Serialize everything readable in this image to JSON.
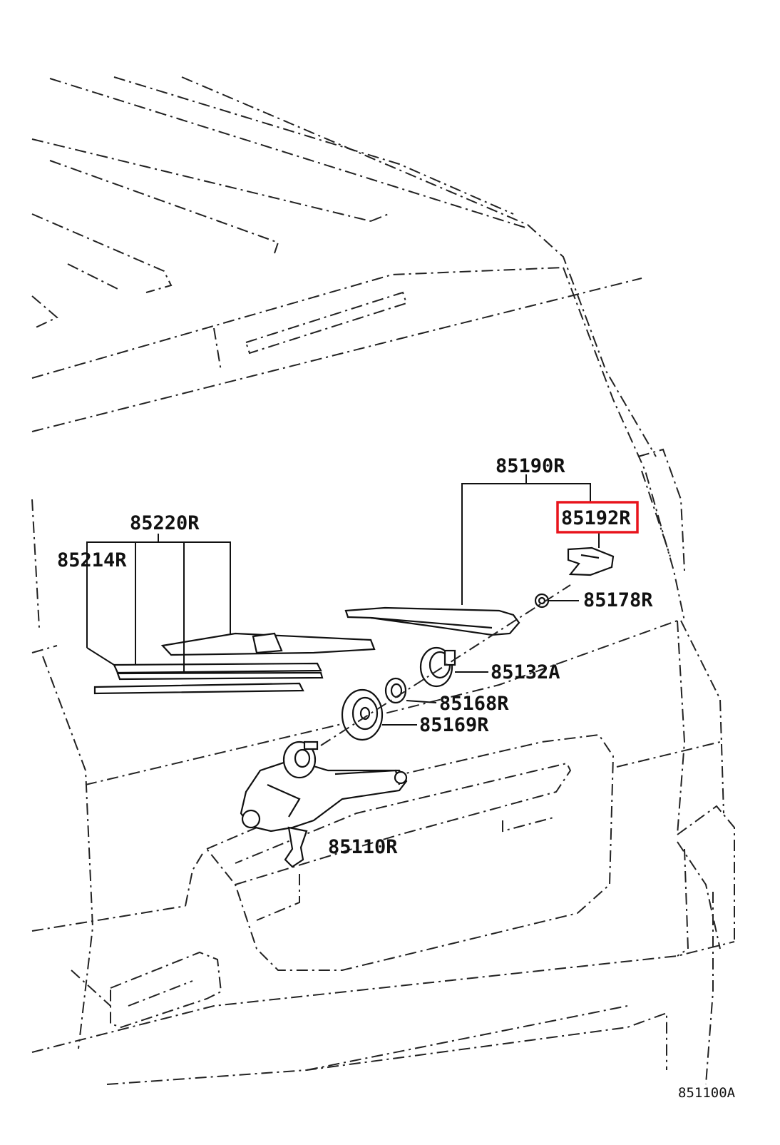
{
  "diagram": {
    "labels": {
      "p85190R": "85190R",
      "p85192R": "85192R",
      "p85220R": "85220R",
      "p85214R": "85214R",
      "p85178R": "85178R",
      "p85132A": "85132A",
      "p85168R": "85168R",
      "p85169R": "85169R",
      "p85110R": "85110R"
    },
    "figure_code": "851100A",
    "highlighted_part": "85192R",
    "highlight_color": "#e8141c"
  }
}
